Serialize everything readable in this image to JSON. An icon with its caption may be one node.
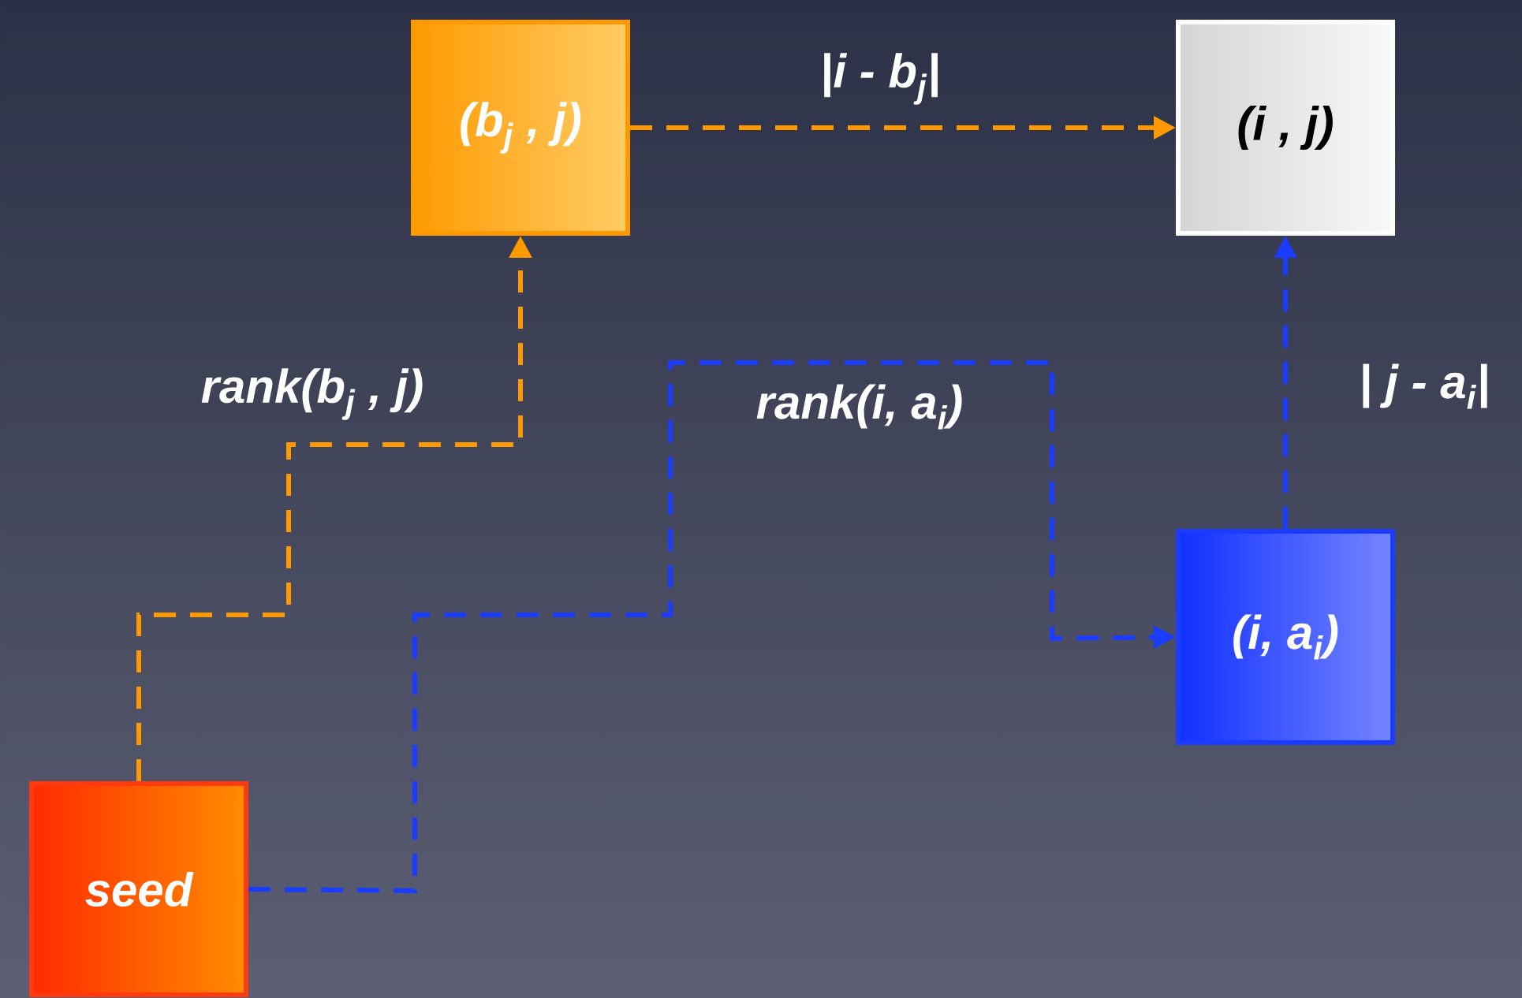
{
  "diagram": {
    "nodes": [
      {
        "text": [
          "seed"
        ]
      },
      {
        "text": [
          "(b$_{j}$ , j)"
        ]
      },
      {
        "text": [
          "(i , j)"
        ]
      },
      {
        "text": [
          "(i, a$_{i}$)"
        ]
      }
    ],
    "edges": [
      {
        "from": 0,
        "to": 1,
        "arrow": "to",
        "label": "rank(b$_{j}$ , j)",
        "style": "dashed",
        "color": "#ff9900"
      },
      {
        "from": 0,
        "to": 3,
        "arrow": "to",
        "label": "rank(i, a$_{i}$)",
        "style": "dashed",
        "color": "#1a3cff"
      },
      {
        "from": 1,
        "to": 2,
        "arrow": "to",
        "label": "|i - b$_{j}$|",
        "style": "dashed",
        "color": "#ff9900"
      },
      {
        "from": 3,
        "to": 2,
        "arrow": "to",
        "label": "| j - a$_{i}$|",
        "style": "dashed",
        "color": "#1a3cff"
      }
    ]
  }
}
